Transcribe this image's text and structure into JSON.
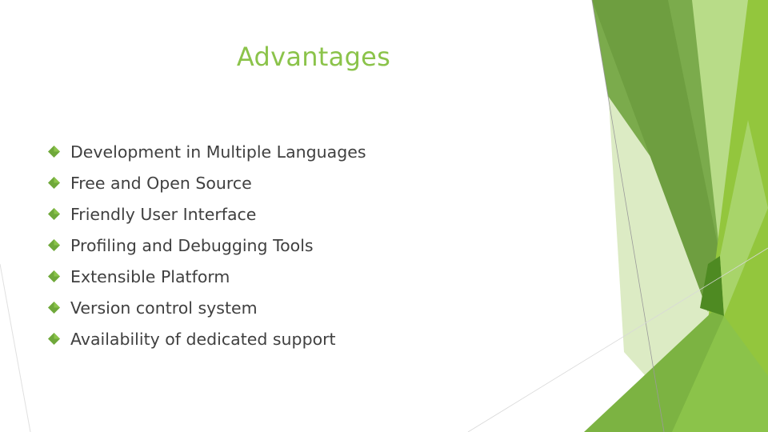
{
  "slide": {
    "title": "Advantages",
    "bullets": [
      "Development in Multiple Languages",
      "Free and Open Source",
      "Friendly User Interface",
      "Profiling and Debugging Tools",
      "Extensible Platform",
      "Version control system",
      "Availability of dedicated support"
    ]
  },
  "colors": {
    "accent": "#8bc34a",
    "text": "#404040",
    "bullet": "#6fa83a",
    "background": "#ffffff"
  },
  "icons": {
    "bullet": "diamond-bullet-icon"
  }
}
